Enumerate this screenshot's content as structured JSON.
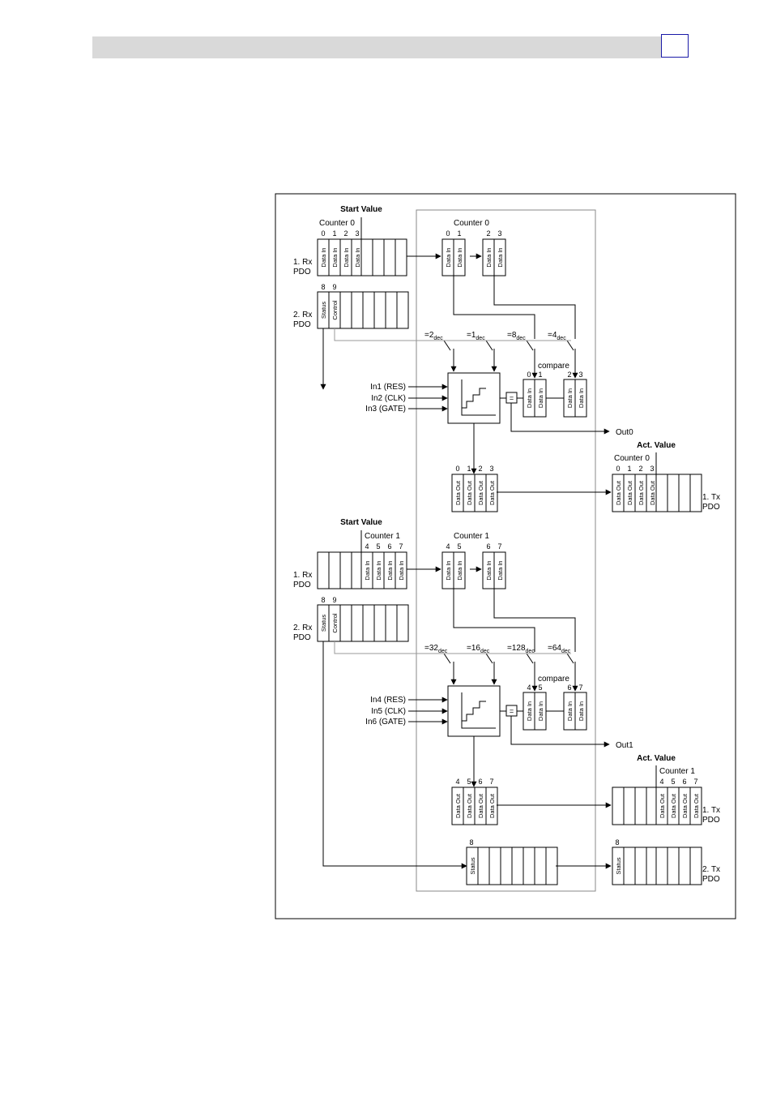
{
  "figure": {
    "start_value": "Start Value",
    "act_value": "Act. Value",
    "counter0": "Counter 0",
    "counter1": "Counter 1",
    "rx1": [
      "1. Rx",
      "PDO"
    ],
    "rx2": [
      "2. Rx",
      "PDO"
    ],
    "tx1": [
      "1. Tx",
      "PDO"
    ],
    "tx2": [
      "2. Tx",
      "PDO"
    ],
    "data_in": "Data In",
    "data_out": "Data Out",
    "status": "Status",
    "control": "Control",
    "compare": "compare",
    "eq": "=",
    "dec": "dec",
    "out0": "Out0",
    "out1": "Out1",
    "inputs0": [
      "In1 (RES)",
      "In2 (CLK)",
      "In3 (GATE)"
    ],
    "inputs1": [
      "In4 (RES)",
      "In5 (CLK)",
      "In6 (GATE)"
    ],
    "switches0": [
      "=2",
      "=1",
      "=8",
      "=4"
    ],
    "switches1": [
      "=32",
      "=16",
      "=128",
      "=64"
    ],
    "idx": {
      "c0": [
        "0",
        "1",
        "2",
        "3"
      ],
      "c0a": [
        "0",
        "1"
      ],
      "c0b": [
        "2",
        "3"
      ],
      "c1": [
        "4",
        "5",
        "6",
        "7"
      ],
      "c1a": [
        "4",
        "5"
      ],
      "c1b": [
        "6",
        "7"
      ],
      "sc": [
        "8",
        "9"
      ],
      "s8": "8"
    }
  }
}
